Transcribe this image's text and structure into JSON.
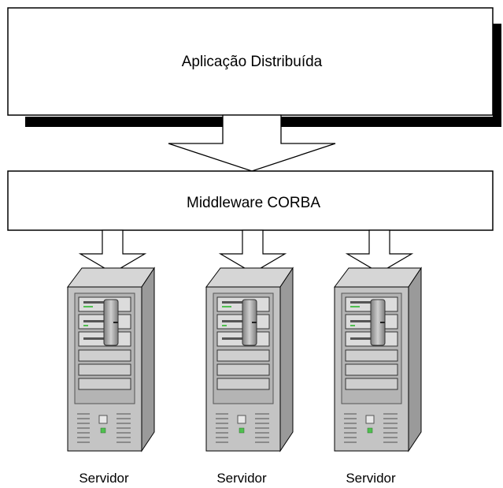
{
  "top_box": {
    "label": "Aplicação Distribuída"
  },
  "middleware_box": {
    "label": "Middleware CORBA"
  },
  "servers": [
    {
      "label": "Servidor"
    },
    {
      "label": "Servidor"
    },
    {
      "label": "Servidor"
    }
  ],
  "colors": {
    "box_fill": "#ffffff",
    "box_stroke": "#000000",
    "shadow": "#000000",
    "tower_light": "#c8c8c8",
    "tower_mid": "#a8a8a8",
    "tower_dark": "#8a8a8a",
    "led_green": "#4fc04f"
  }
}
